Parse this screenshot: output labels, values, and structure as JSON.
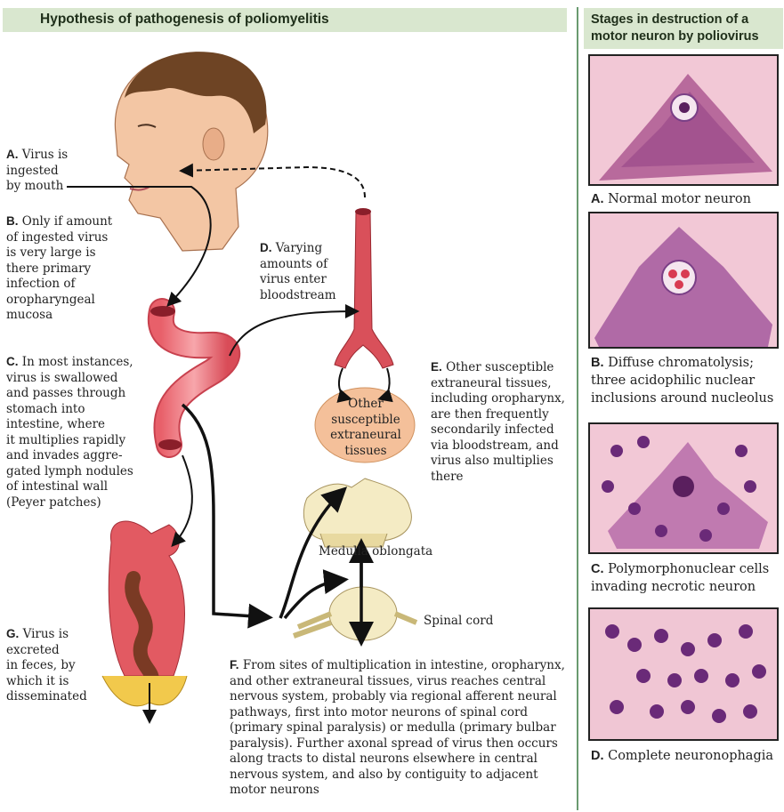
{
  "title": "Hypothesis of pathogenesis of poliomyelitis",
  "side_title": "Stages in destruction of a motor neuron by poliovirus",
  "labels": {
    "a_key": "A.",
    "a_text": "Virus is\ningested\nby mouth",
    "b_key": "B.",
    "b_text": "Only if amount\nof ingested virus\nis very large is\nthere primary\ninfection of\noropharyngeal\nmucosa",
    "c_key": "C.",
    "c_text": "In most instances,\nvirus is swallowed\nand passes through\nstomach into\nintestine, where\nit multiplies rapidly\nand invades aggre-\ngated lymph nodules\nof intestinal wall\n(Peyer patches)",
    "d_key": "D.",
    "d_text": "Varying\namounts of\nvirus enter\nbloodstream",
    "e_key": "E.",
    "e_text": "Other susceptible\nextraneural tissues,\nincluding oropharynx,\nare then frequently\nsecondarily infected\nvia bloodstream, and\nvirus also multiplies\nthere",
    "f_key": "F.",
    "f_text": "From sites of multiplication in intestine, oropharynx,\nand other extraneural tissues, virus reaches central\nnervous system, probably via regional afferent neural\npathways, first into motor neurons of spinal cord\n(primary spinal paralysis) or medulla (primary bulbar\nparalysis). Further axonal spread of virus then occurs\nalong tracts to distal neurons elsewhere in central\nnervous system, and also by contiguity to adjacent\nmotor neurons",
    "g_key": "G.",
    "g_text": "Virus is\nexcreted\nin feces, by\nwhich it is\ndisseminated",
    "other_tissues": "Other\nsusceptible\nextraneural\ntissues",
    "medulla": "Medulla oblongata",
    "spinal": "Spinal cord"
  },
  "stages": [
    {
      "key": "A.",
      "text": "Normal motor neuron"
    },
    {
      "key": "B.",
      "text": "Diffuse chromatolysis;\nthree acidophilic nuclear\ninclusions around nucleolus"
    },
    {
      "key": "C.",
      "text": "Polymorphonuclear cells\ninvading necrotic neuron"
    },
    {
      "key": "D.",
      "text": "Complete neuronophagia"
    }
  ],
  "colors": {
    "header_bg": "#d9e7cf",
    "divider": "#6a9a70",
    "vessel": "#d9505a",
    "tissue_pink": "#f0b9c8",
    "neuron_purple": "#7a3f86"
  }
}
